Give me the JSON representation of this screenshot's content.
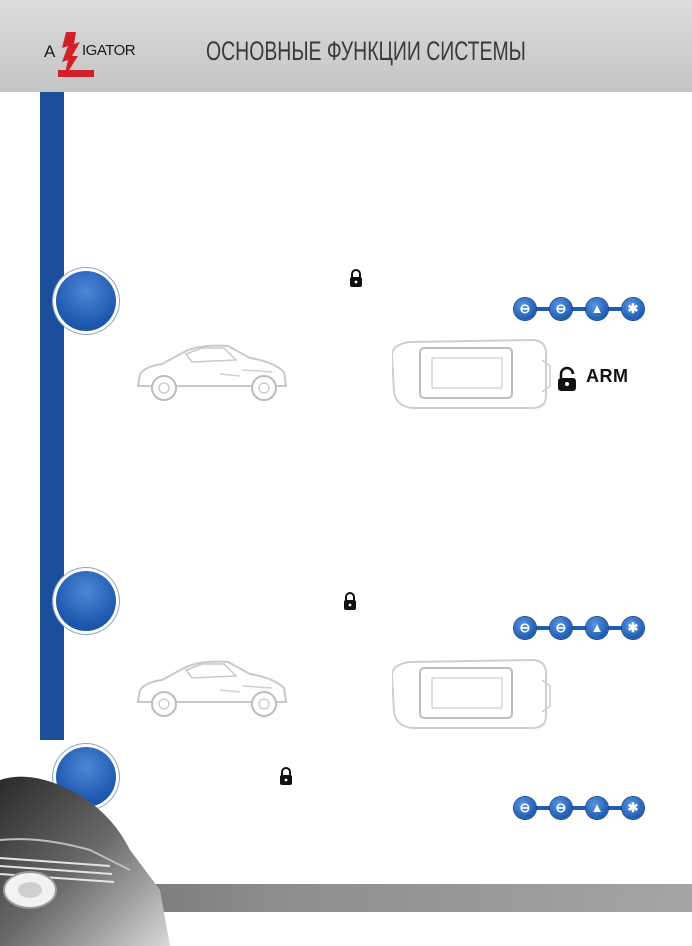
{
  "header": {
    "logo_initial": "A",
    "logo_rest": "IGATOR",
    "title": "ОСНОВНЫЕ ФУНКЦИИ СИСТЕМЫ"
  },
  "steps": [
    {
      "icon": "lock-icon",
      "buttons": [
        "key-open-icon",
        "key-closed-icon",
        "horn-icon",
        "asterisk-icon"
      ],
      "status_icon": "unlock-icon",
      "status_text": "ARM"
    },
    {
      "icon": "lock-icon",
      "buttons": [
        "key-open-icon",
        "key-closed-icon",
        "horn-icon",
        "asterisk-icon"
      ]
    },
    {
      "icon": "lock-icon",
      "buttons": [
        "key-open-icon",
        "key-closed-icon",
        "horn-icon",
        "asterisk-icon"
      ]
    }
  ],
  "colors": {
    "accent": "#1b4f9b",
    "logo_red": "#d0202a",
    "header_bg": "#c8c8c8"
  }
}
